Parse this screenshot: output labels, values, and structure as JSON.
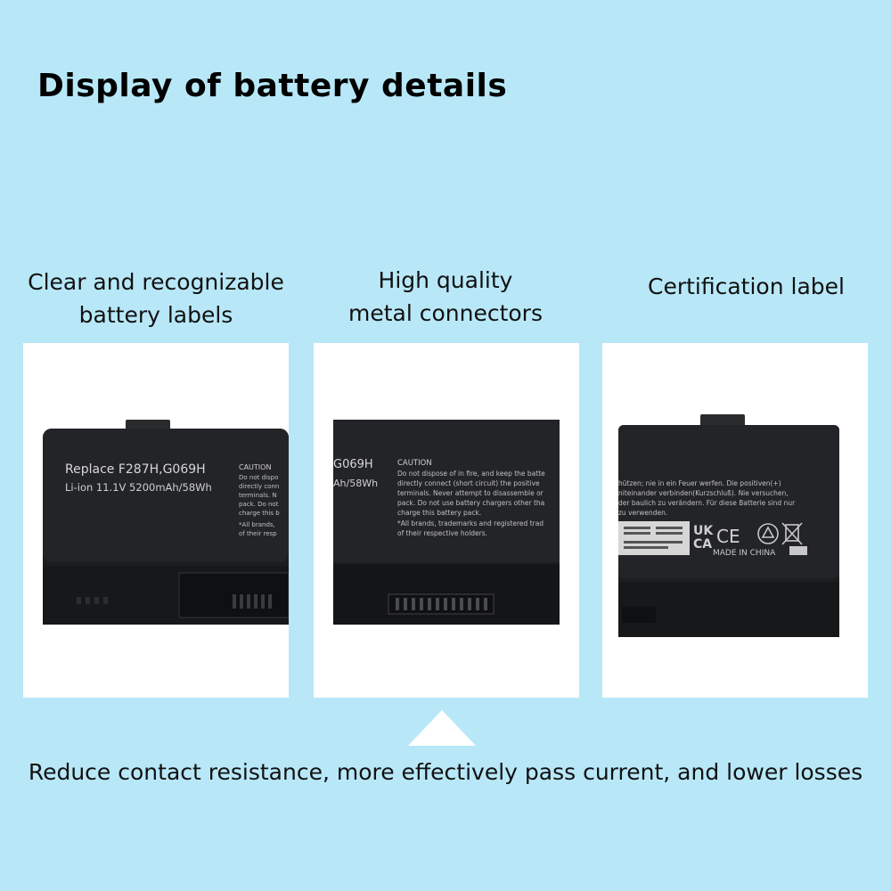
{
  "title": "Display of battery details",
  "captions": [
    {
      "line1": "Clear and recognizable",
      "line2": "battery labels"
    },
    {
      "line1": "High quality",
      "line2": "metal connectors"
    },
    {
      "line1": "Certification label"
    }
  ],
  "panel1": {
    "model": "Replace F287H,G069H",
    "spec": "Li-ion  11.1V 5200mAh/58Wh",
    "caution_head": "CAUTION",
    "caution_lines": [
      "Do not dispo",
      "directly conn",
      "terminals. N",
      "pack. Do not",
      "charge this b",
      "*All brands,",
      "of their resp"
    ]
  },
  "panel2": {
    "model": "G069H",
    "spec": "Ah/58Wh",
    "caution_head": "CAUTION",
    "caution_lines": [
      "Do not dispose of in fire, and keep the batte",
      "directly connect (short circuit) the positive",
      "terminals. Never attempt to disassemble or",
      "pack. Do not use battery chargers other tha",
      "charge this battery pack.",
      "*All brands, trademarks and registered trad",
      "of their respective holders."
    ]
  },
  "panel3": {
    "german_lines": [
      "hützen; nie in ein Feuer werfen. Die positiven(+)",
      "niteinander verbinden(Kurzschluß). Nie versuchen,",
      "der baulich zu verändern. Für diese Batterie sind nur",
      "zu verwenden."
    ],
    "ukca": "UK",
    "ukca2": "CA",
    "ce": "CE",
    "made_in": "MADE IN CHINA"
  },
  "footer": "Reduce contact resistance, more effectively pass current, and lower losses",
  "colors": {
    "background": "#b8e8f8",
    "panel": "#ffffff",
    "battery": "#1c1d1f",
    "label_text": "#d8d8d8"
  }
}
